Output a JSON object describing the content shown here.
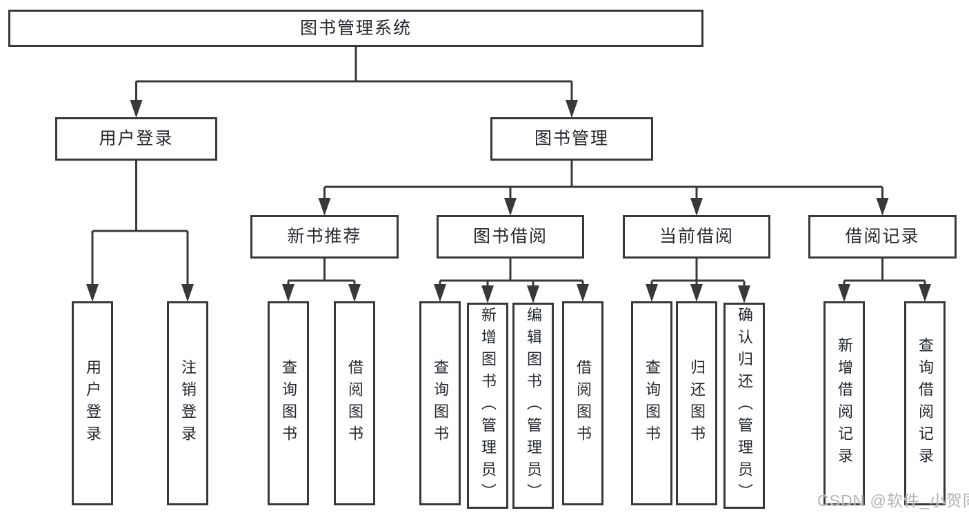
{
  "page": {
    "background": "#ffffff",
    "watermark_text": "CSDN @软件_小贺同学"
  },
  "diagram": {
    "type": "hierarchy-tree",
    "title": "图书管理系统",
    "colors": {
      "line": "#383838",
      "box_border": "#383838",
      "box_fill": "#ffffff",
      "text": "#23272c",
      "watermark": "#b3b3b3"
    },
    "nodes": [
      {
        "id": "root",
        "label": "图书管理系统",
        "parent": null
      },
      {
        "id": "user-login-group",
        "label": "用户登录",
        "parent": "root"
      },
      {
        "id": "book-mgmt",
        "label": "图书管理",
        "parent": "root"
      },
      {
        "id": "user-login",
        "label": "用户登录",
        "parent": "user-login-group"
      },
      {
        "id": "logout",
        "label": "注销登录",
        "parent": "user-login-group"
      },
      {
        "id": "new-book-rec",
        "label": "新书推荐",
        "parent": "book-mgmt"
      },
      {
        "id": "book-borrow",
        "label": "图书借阅",
        "parent": "book-mgmt"
      },
      {
        "id": "current-borrow",
        "label": "当前借阅",
        "parent": "book-mgmt"
      },
      {
        "id": "borrow-records",
        "label": "借阅记录",
        "parent": "book-mgmt"
      },
      {
        "id": "rec-query-books",
        "label": "查询图书",
        "parent": "new-book-rec"
      },
      {
        "id": "rec-borrow-books",
        "label": "借阅图书",
        "parent": "new-book-rec"
      },
      {
        "id": "bb-query-books",
        "label": "查询图书",
        "parent": "book-borrow"
      },
      {
        "id": "bb-add-books",
        "label": "新增图书（管理员）",
        "parent": "book-borrow"
      },
      {
        "id": "bb-edit-books",
        "label": "编辑图书（管理员）",
        "parent": "book-borrow"
      },
      {
        "id": "bb-borrow-books",
        "label": "借阅图书",
        "parent": "book-borrow"
      },
      {
        "id": "cb-query-books",
        "label": "查询图书",
        "parent": "current-borrow"
      },
      {
        "id": "cb-return-books",
        "label": "归还图书",
        "parent": "current-borrow"
      },
      {
        "id": "cb-confirm-return",
        "label": "确认归还（管理员）",
        "parent": "current-borrow"
      },
      {
        "id": "br-add-record",
        "label": "新增借阅记录",
        "parent": "borrow-records"
      },
      {
        "id": "br-query-record",
        "label": "查询借阅记录",
        "parent": "borrow-records"
      }
    ]
  }
}
